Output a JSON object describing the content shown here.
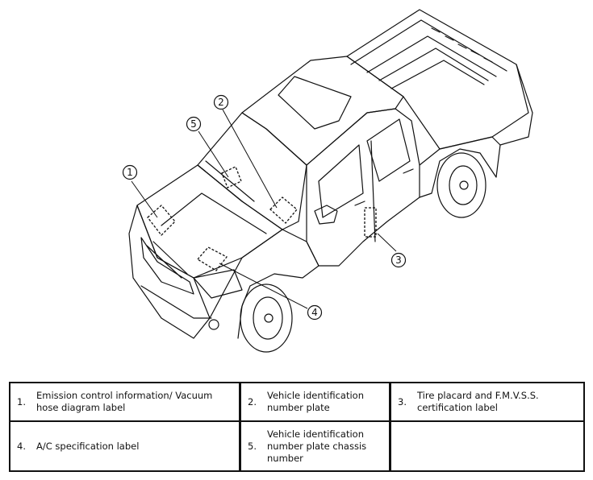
{
  "callouts": [
    "1",
    "2",
    "3",
    "4",
    "5"
  ],
  "legend": {
    "rows": [
      [
        {
          "num": "1.",
          "text": "Emission control information/ Vacuum hose diagram label"
        },
        {
          "num": "2.",
          "text": "Vehicle identification number plate"
        },
        {
          "num": "3.",
          "text": "Tire placard and F.M.V.S.S. certification label"
        }
      ],
      [
        {
          "num": "4.",
          "text": "A/C specification label"
        },
        {
          "num": "5.",
          "text": "Vehicle identification number plate chassis number"
        },
        {
          "num": "",
          "text": ""
        }
      ]
    ]
  }
}
